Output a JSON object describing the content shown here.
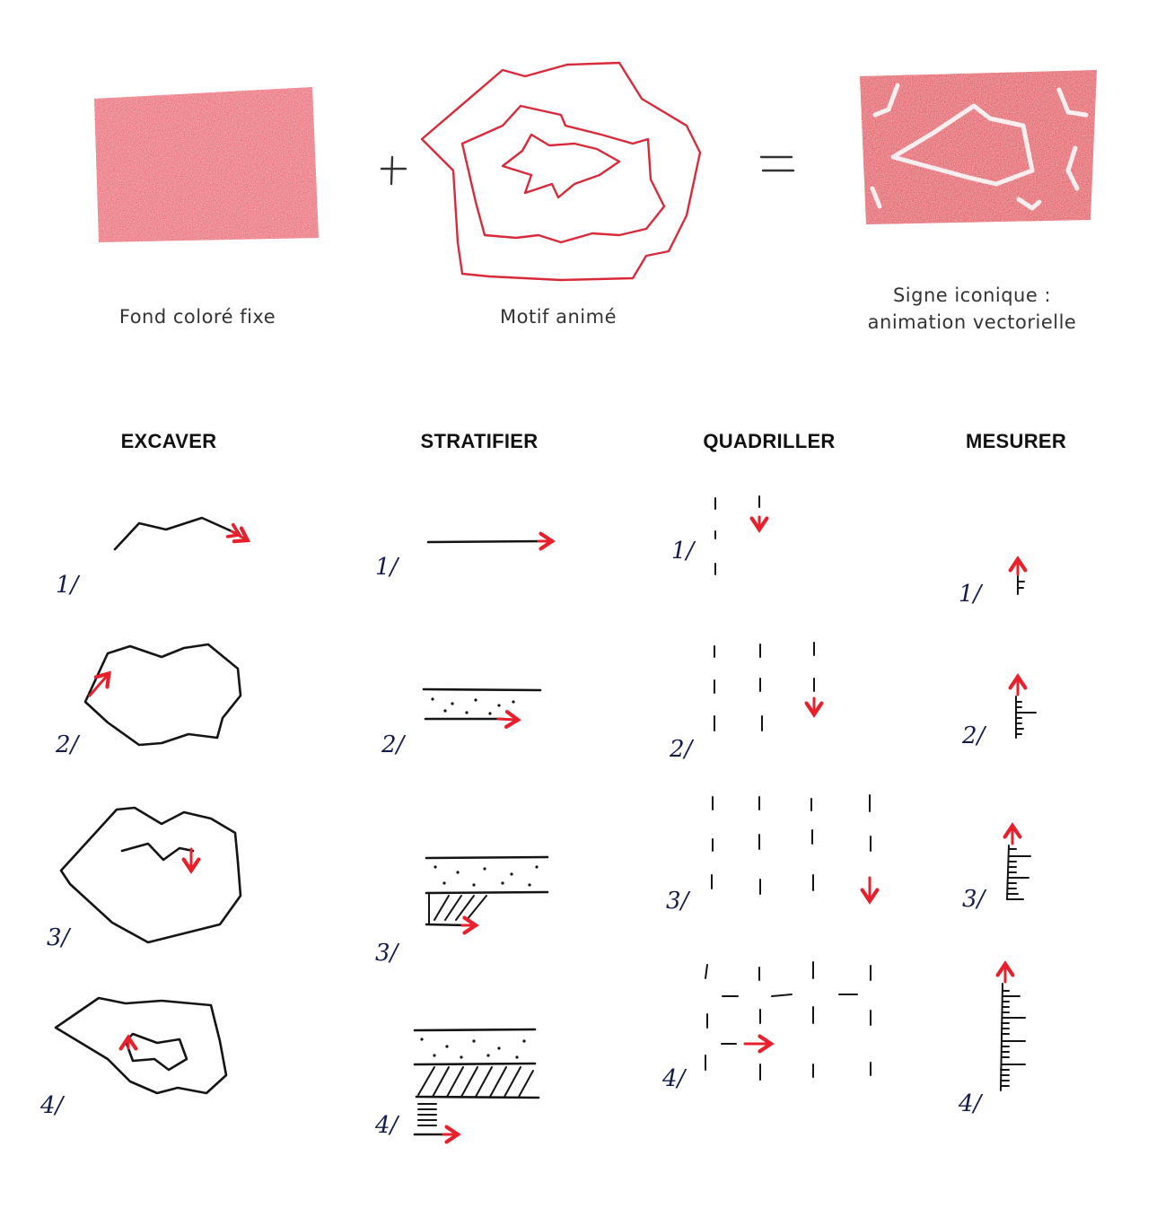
{
  "colors": {
    "accent": "#e8202c",
    "ink": "#141414",
    "step_ink": "#141c4a"
  },
  "equation": {
    "operators": {
      "plus": "+",
      "equals": "="
    },
    "items": [
      {
        "caption": "Fond coloré fixe",
        "icon": "red-rectangle-icon"
      },
      {
        "caption": "Motif animé",
        "icon": "nested-contour-icon"
      },
      {
        "caption": "Signe iconique :\nanimation vectorielle",
        "icon": "vector-sign-icon"
      }
    ]
  },
  "columns": [
    {
      "title": "EXCAVER",
      "steps": [
        "1/",
        "2/",
        "3/",
        "4/"
      ]
    },
    {
      "title": "STRATIFIER",
      "steps": [
        "1/",
        "2/",
        "3/",
        "4/"
      ]
    },
    {
      "title": "QUADRILLER",
      "steps": [
        "1/",
        "2/",
        "3/",
        "4/"
      ]
    },
    {
      "title": "MESURER",
      "steps": [
        "1/",
        "2/",
        "3/",
        "4/"
      ]
    }
  ]
}
